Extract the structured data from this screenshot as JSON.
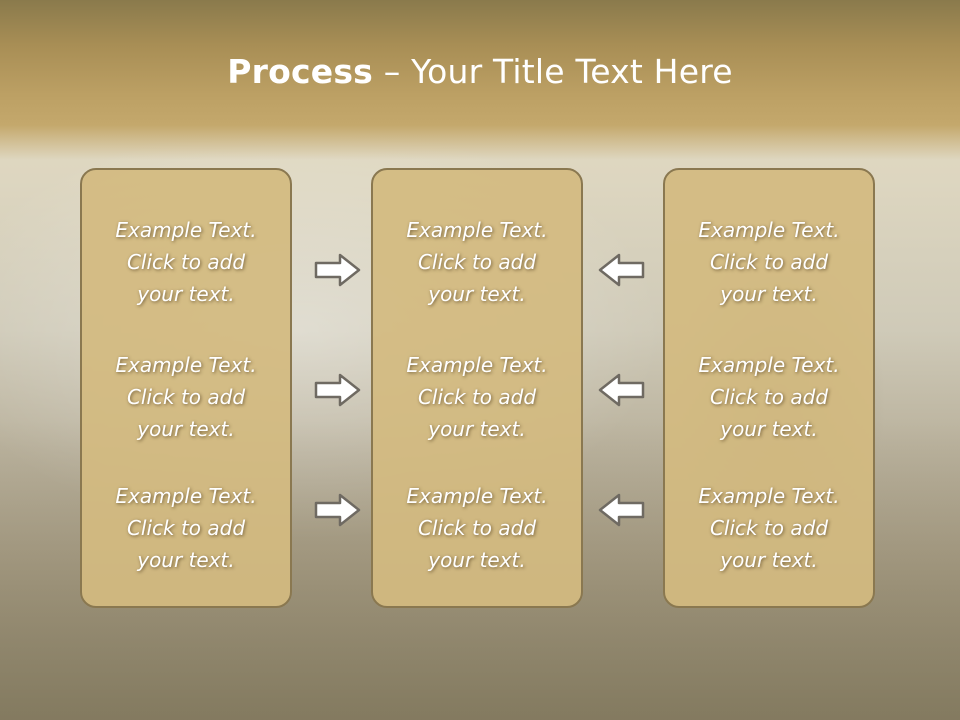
{
  "slide": {
    "title_bold": "Process",
    "title_rest": " – Your Title Text Here"
  },
  "columns": [
    {
      "items": [
        "Example Text.\nClick  to add\nyour text.",
        "Example Text.\nClick  to add\nyour text.",
        "Example Text.\nClick  to add\nyour text."
      ]
    },
    {
      "items": [
        "Example Text.\nClick  to add\nyour text.",
        "Example Text.\nClick  to add\nyour text.",
        "Example Text.\nClick  to add\nyour text."
      ]
    },
    {
      "items": [
        "Example Text.\nClick  to add\nyour text.",
        "Example Text.\nClick  to add\nyour text.",
        "Example Text.\nClick  to add\nyour text."
      ]
    }
  ],
  "arrows": {
    "left_set": "arrow-right-icon",
    "right_set": "arrow-left-icon"
  },
  "colors": {
    "box_fill": "#d3ba80",
    "box_border": "#8a7850",
    "title_band": "#bca064"
  }
}
